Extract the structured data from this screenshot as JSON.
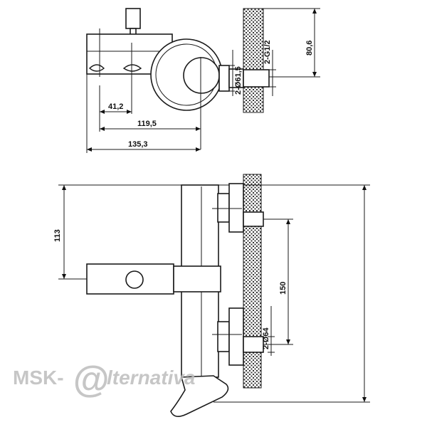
{
  "dimensions": {
    "d41": "41,2",
    "d119": "119,5",
    "d135": "135,3",
    "d61": "2-Ø61,5",
    "g12": "2-G1/2",
    "d80": "80,6",
    "d113": "113",
    "d150": "150",
    "d64": "2-Ø64"
  },
  "watermark": {
    "left": "MSK-",
    "at": "@",
    "right": "lternativa"
  }
}
